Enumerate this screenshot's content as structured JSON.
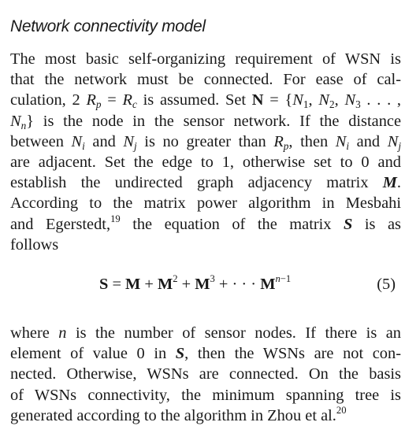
{
  "section": {
    "heading": "Network connectivity model"
  },
  "paragraph1": {
    "lines": [
      "The most basic self-organizing requirement of WSN is",
      "that the network must be connected. For ease of cal-",
      "culation, 2 Rp = Rc is assumed. Set N = {N1, N2, N3 . . . ,",
      "Nn} is the node in the sensor network. If the distance",
      "between Ni and Nj is no greater than Rp, then Ni and Nj",
      "are adjacent. Set the edge to 1, otherwise set to 0 and",
      "establish the undirected graph adjacency matrix M.",
      "According to the matrix power algorithm in Mesbahi",
      "and Egerstedt,19 the equation of the matrix S is as",
      "follows"
    ]
  },
  "equation": {
    "text": "S = M + M2 + M3 + · · · Mn−1",
    "number": "(5)"
  },
  "paragraph2": {
    "lines": [
      "where n is the number of sensor nodes. If there is an",
      "element of value 0 in S, then the WSNs are not con-",
      "nected. Otherwise, WSNs are connected. On the basis",
      "of WSNs connectivity, the minimum spanning tree is",
      "generated according to the algorithm in Zhou et al.20"
    ]
  }
}
